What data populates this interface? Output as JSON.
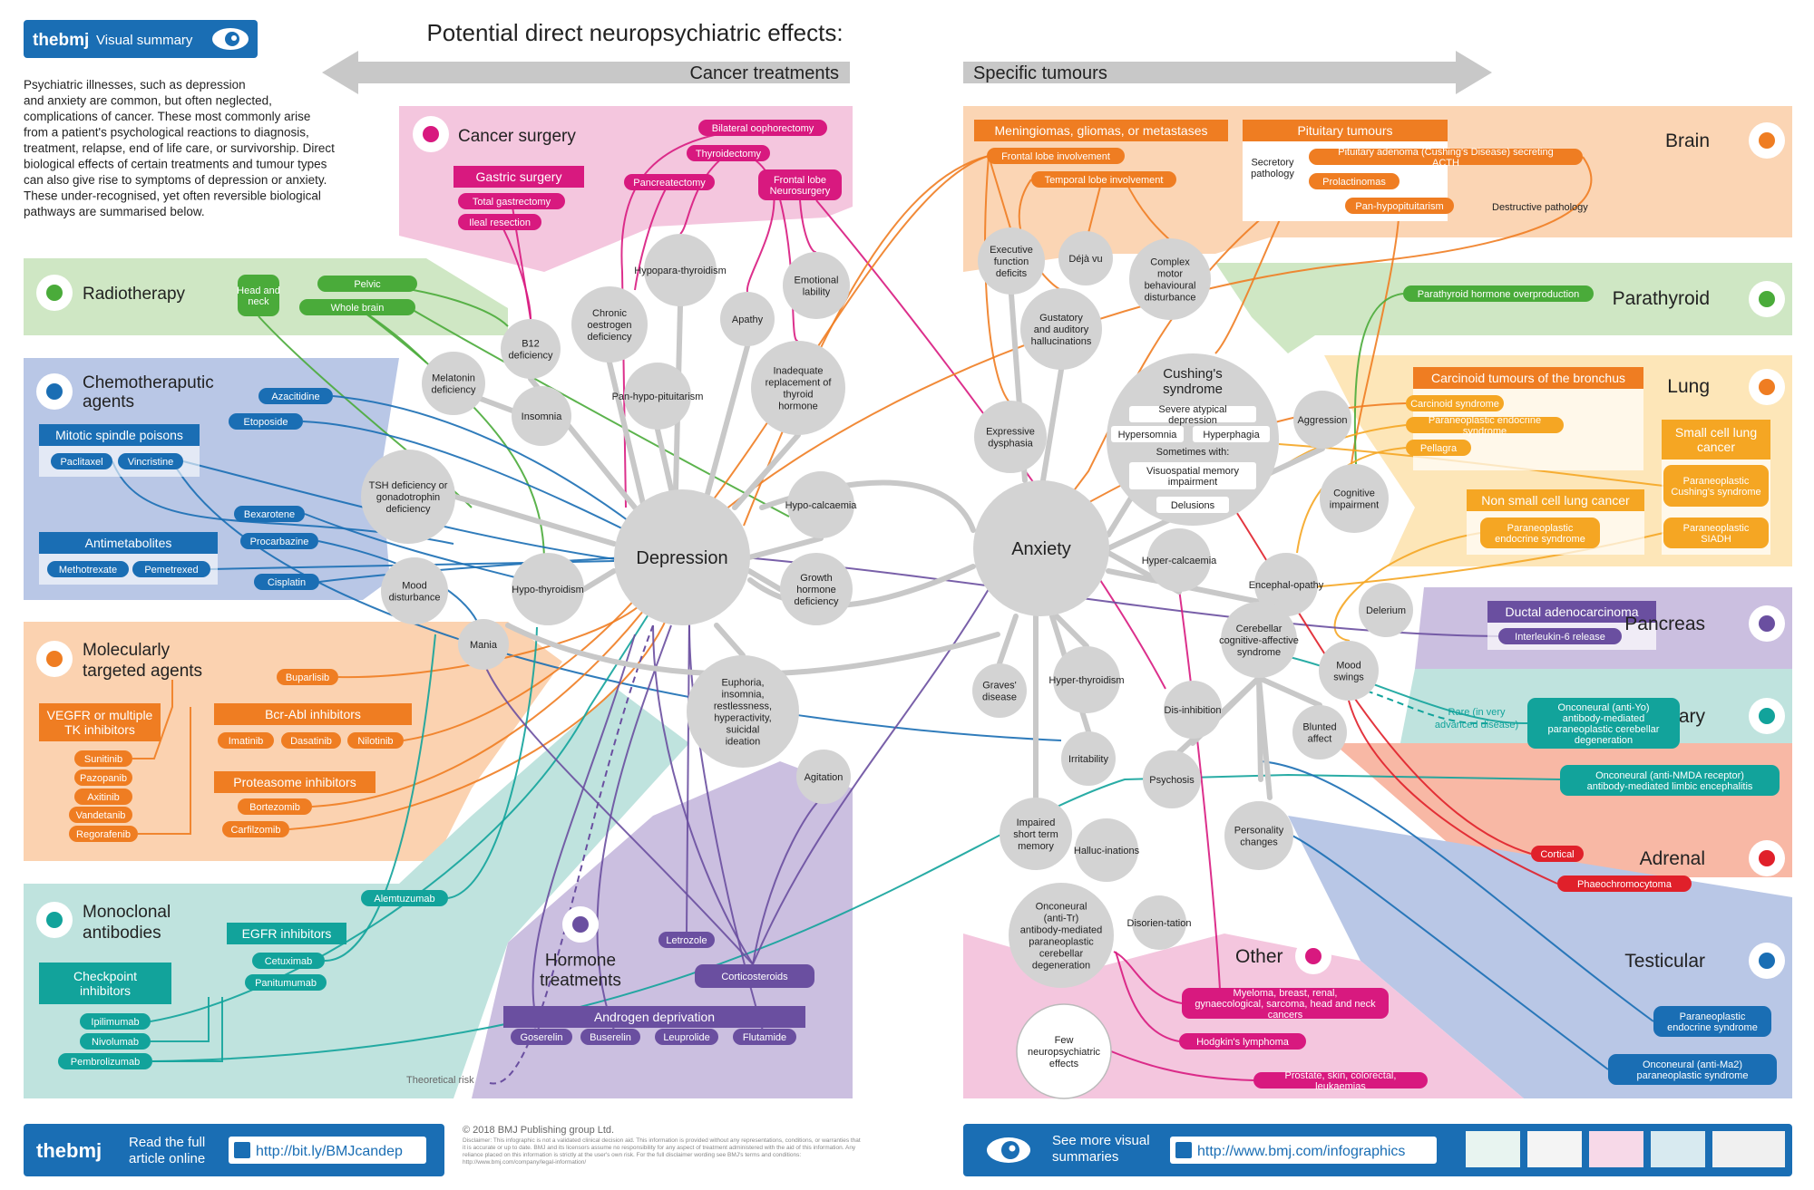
{
  "header": {
    "brand": "thebmj",
    "visual_summary": "Visual summary",
    "title": "Potential direct neuropsychiatric effects:",
    "left_arrow_label": "Cancer treatments",
    "right_arrow_label": "Specific tumours"
  },
  "intro": [
    "Psychiatric illnesses, such as depression",
    "and anxiety are common, but often neglected,",
    "complications of cancer. These most commonly arise",
    "from a patient's psychological reactions to diagnosis,",
    "treatment, relapse, end of life care, or survivorship. Direct",
    "biological effects of certain treatments and tumour types",
    "can also give rise to symptoms of depression or anxiety.",
    "These under-recognised, yet often reversible biological",
    "pathways are summarised below."
  ],
  "colors": {
    "surgery": "#d8197f",
    "surgery_bg": "#f4c6de",
    "radio": "#4aab3a",
    "radio_bg": "#cfe7c4",
    "chemo": "#1a6eb4",
    "chemo_bg": "#b9c7e6",
    "targeted": "#ef7d22",
    "targeted_bg": "#fbd2b0",
    "mab": "#12a39b",
    "mab_bg": "#bfe3de",
    "hormone": "#6a4fa0",
    "hormone_bg": "#cbbfe0",
    "brain": "#ef7d22",
    "brain_bg": "#fbd5b4",
    "lung": "#f5a623",
    "lung_bg": "#fde6b8",
    "pancreas_bg": "#cbbfe0",
    "adrenal": "#e0202a",
    "adrenal_bg": "#f8b8a5",
    "testicular": "#1a6eb4",
    "testicular_bg": "#b9c7e6",
    "node": "#d3d3d3"
  },
  "sections": {
    "surgery": "Cancer surgery",
    "gastric": "Gastric surgery",
    "radio": "Radiotherapy",
    "chemo": "Chemotheraputic agents",
    "mitotic": "Mitotic spindle poisons",
    "antimet": "Antimetabolites",
    "targeted": "Molecularly targeted agents",
    "vegf": "VEGFR or multiple TK inhibitors",
    "bcr": "Bcr-Abl inhibitors",
    "proteasome": "Proteasome inhibitors",
    "mab": "Monoclonal antibodies",
    "checkpoint": "Checkpoint inhibitors",
    "egfr": "EGFR inhibitors",
    "hormone": "Hormone treatments",
    "androgen": "Androgen deprivation",
    "brain": "Brain",
    "mening": "Meningiomas, gliomas, or metastases",
    "pituitary": "Pituitary tumours",
    "secretory": "Secretory pathology",
    "destructive": "Destructive pathology",
    "parathyroid": "Parathyroid",
    "lung": "Lung",
    "carcinoid": "Carcinoid tumours of the bronchus",
    "sclc": "Small cell lung cancer",
    "nsclc": "Non small cell lung cancer",
    "pancreas": "Pancreas",
    "ductal": "Ductal adenocarcinoma",
    "ovary": "Ovary",
    "rare": "Rare (in very advanced disease)",
    "adrenal": "Adrenal",
    "testicular": "Testicular",
    "other": "Other",
    "theoretical": "Theoretical risk"
  },
  "pills": {
    "bilateral": "Bilateral oophorectomy",
    "thyroidectomy": "Thyroidectomy",
    "pancreatectomy": "Pancreatectomy",
    "frontal_neuro": "Frontal lobe Neurosurgery",
    "total_gastrectomy": "Total gastrectomy",
    "ileal": "Ileal resection",
    "head_neck": "Head and neck",
    "pelvic": "Pelvic",
    "whole_brain": "Whole brain",
    "azacitidine": "Azacitidine",
    "etoposide": "Etoposide",
    "paclitaxel": "Paclitaxel",
    "vincristine": "Vincristine",
    "bexarotene": "Bexarotene",
    "procarbazine": "Procarbazine",
    "cisplatin": "Cisplatin",
    "methotrexate": "Methotrexate",
    "pemetrexed": "Pemetrexed",
    "buparlisib": "Buparlisib",
    "sunitinib": "Sunitinib",
    "pazopanib": "Pazopanib",
    "axitinib": "Axitinib",
    "vandetanib": "Vandetanib",
    "regorafenib": "Regorafenib",
    "imatinib": "Imatinib",
    "dasatinib": "Dasatinib",
    "nilotinib": "Nilotinib",
    "bortezomib": "Bortezomib",
    "carfilzomib": "Carfilzomib",
    "alemtuzumab": "Alemtuzumab",
    "cetuximab": "Cetuximab",
    "panitumumab": "Panitumumab",
    "ipilimumab": "Ipilimumab",
    "nivolumab": "Nivolumab",
    "pembrolizumab": "Pembrolizumab",
    "letrozole": "Letrozole",
    "corticosteroids": "Corticosteroids",
    "goserelin": "Goserelin",
    "buserelin": "Buserelin",
    "leuprolide": "Leuprolide",
    "flutamide": "Flutamide",
    "frontal_inv": "Frontal lobe involvement",
    "temporal_inv": "Temporal lobe involvement",
    "pit_adenoma": "Pituitary adenoma (Cushing's Disease) secreting ACTH",
    "prolactinomas": "Prolactinomas",
    "panhypo_pill": "Pan-hypopituitarism",
    "pth_over": "Parathyroid hormone overproduction",
    "carcinoid_syn": "Carcinoid syndrome",
    "paraneo_endo": "Paraneoplastic endocrine syndrome",
    "pellagra": "Pellagra",
    "para_cushing": "Paraneoplastic Cushing's syndrome",
    "para_siadh": "Paraneoplastic SIADH",
    "nsclc_endo": "Paraneoplastic endocrine syndrome",
    "il6": "Interleukin-6 release",
    "ovary_yo": "Onconeural (anti-Yo) antibody-mediated paraneoplastic cerebellar degeneration",
    "ovary_nmda": "Onconeural (anti-NMDA receptor) antibody-mediated limbic encephalitis",
    "cortical": "Cortical",
    "phaeo": "Phaeochromocytoma",
    "test_endo": "Paraneoplastic endocrine syndrome",
    "test_ma2": "Onconeural (anti-Ma2) paraneoplastic syndrome",
    "myeloma": "Myeloma, breast, renal, gynaecological, sarcoma, head and neck cancers",
    "hodgkin": "Hodgkin's lymphoma",
    "prostate": "Prostate, skin, colorectal, leukaemias"
  },
  "nodes": {
    "depression": "Depression",
    "anxiety": "Anxiety",
    "b12": "B12 deficiency",
    "melatonin": "Melatonin deficiency",
    "insomnia": "Insomnia",
    "oestrogen": "Chronic oestrogen deficiency",
    "hypopara": "Hypopara-thyroidism",
    "apathy": "Apathy",
    "lability": "Emotional lability",
    "inadequate": "Inadequate replacement of thyroid hormone",
    "panhypo": "Pan-hypo-pituitarism",
    "tsh": "TSH deficiency or gonadotrophin deficiency",
    "hypocalc": "Hypo-calcaemia",
    "hypothyroid": "Hypo-thyroidism",
    "mood_dist": "Mood disturbance",
    "mania": "Mania",
    "growth": "Growth hormone deficiency",
    "euphoria": "Euphoria, insomnia, restlessness, hyperactivity, suicidal ideation",
    "agitation": "Agitation",
    "exec": "Executive function deficits",
    "dejavu": "Déjà vu",
    "complex": "Complex motor behavioural disturbance",
    "gustatory": "Gustatory and auditory hallucinations",
    "expressive": "Expressive dysphasia",
    "cushing_title": "Cushing's syndrome",
    "cushing_items": [
      "Severe atypical depression",
      "Hypersomnia",
      "Hyperphagia"
    ],
    "sometimes": "Sometimes with:",
    "visuospatial": "Visuospatial memory impairment",
    "delusions": "Delusions",
    "aggression": "Aggression",
    "cognitive": "Cognitive impairment",
    "hypercalc": "Hyper-calcaemia",
    "enceph": "Encephal-opathy",
    "delerium": "Delerium",
    "cerebellar": "Cerebellar cognitive-affective syndrome",
    "moodswings": "Mood swings",
    "graves": "Graves' disease",
    "hyperthyroid": "Hyper-thyroidism",
    "disinhib": "Dis-inhibition",
    "blunted": "Blunted affect",
    "irritability": "Irritability",
    "psychosis": "Psychosis",
    "impaired": "Impaired short term memory",
    "halluc": "Halluc-inations",
    "personality": "Personality changes",
    "onconeural": "Onconeural (anti-Tr) antibody-mediated paraneoplastic cerebellar degeneration",
    "disorient": "Disorien-tation",
    "few": "Few neuropsychiatric effects"
  },
  "footer": {
    "left_brand": "thebmj",
    "read_full": "Read the full article online",
    "url_left": "http://bit.ly/BMJcandep",
    "copyright": "© 2018 BMJ Publishing group Ltd.",
    "disclaimer": "Disclaimer: This infographic is not a validated clinical decision aid. This information is provided without any representations, conditions, or warranties that it is accurate or up to date. BMJ and its licensors assume no responsibility for any aspect of treatment administered with the aid of this information. Any reliance placed on this information is strictly at the user's own risk. For the full disclaimer wording see BMJ's terms and conditions: http://www.bmj.com/company/legal-information/",
    "see_more": "See more visual summaries",
    "url_right": "http://www.bmj.com/infographics"
  }
}
